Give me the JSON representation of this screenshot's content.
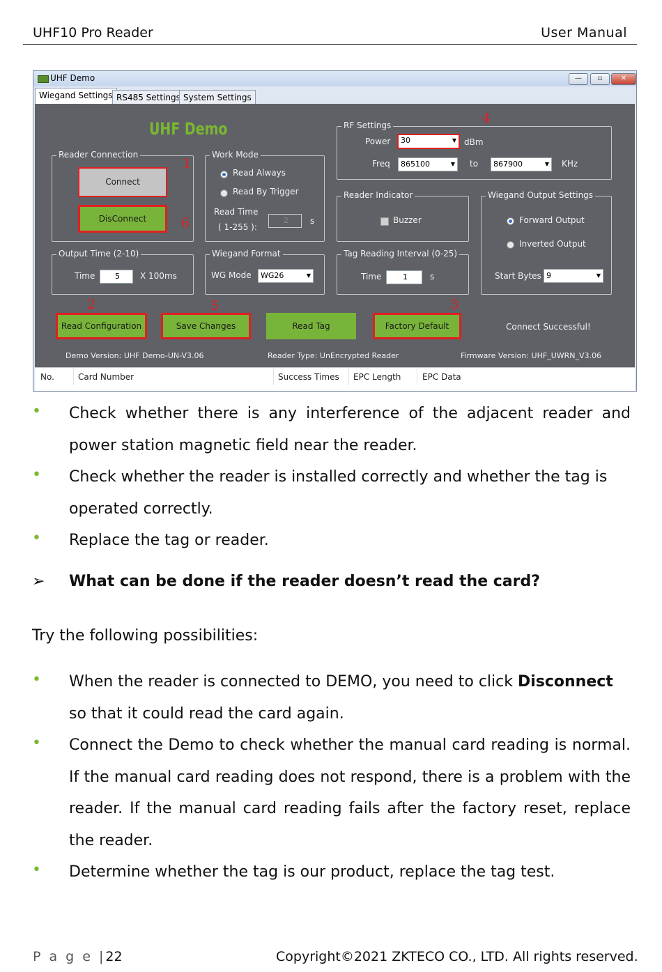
{
  "header": {
    "left": "UHF10 Pro Reader",
    "right": "User  Manual"
  },
  "footer": {
    "page_label": "P a g e  |",
    "page_number": "22",
    "copyright": "Copyright©2021 ZKTECO CO., LTD. All rights reserved."
  },
  "screenshot": {
    "window_title": "UHF Demo",
    "window_buttons": {
      "minimize": "—",
      "maximize": "▫",
      "close": "✕"
    },
    "tabs": [
      "Wiegand Settings",
      "RS485 Settings",
      "System Settings"
    ],
    "brand": "UHF Demo",
    "markers": [
      "1",
      "2",
      "3",
      "4",
      "5",
      "6"
    ],
    "reader_connection": {
      "label": "Reader Connection",
      "connect": "Connect",
      "disconnect": "DisConnect"
    },
    "work_mode": {
      "label": "Work Mode",
      "read_always": "Read Always",
      "read_by_trigger": "Read By Trigger",
      "read_time_label": "Read Time",
      "read_time_range": "( 1-255 ):",
      "read_time_value": "2",
      "read_time_unit": "s"
    },
    "rf_settings": {
      "label": "RF Settings",
      "power_label": "Power",
      "power_value": "30",
      "power_unit": "dBm",
      "freq_label": "Freq",
      "freq_from": "865100",
      "to_label": "to",
      "freq_to": "867900",
      "freq_unit": "KHz"
    },
    "reader_indicator": {
      "label": "Reader Indicator",
      "buzzer": "Buzzer"
    },
    "wiegand_output": {
      "label": "Wiegand Output Settings",
      "forward": "Forward Output",
      "inverted": "Inverted Output",
      "start_bytes_label": "Start Bytes",
      "start_bytes_value": "9"
    },
    "output_time": {
      "label": "Output Time (2-10)",
      "time_label": "Time",
      "time_value": "5",
      "unit": "X 100ms"
    },
    "wiegand_format": {
      "label": "Wiegand Format",
      "wg_mode_label": "WG Mode",
      "wg_mode_value": "WG26"
    },
    "tag_interval": {
      "label": "Tag Reading Interval (0-25)",
      "time_label": "Time",
      "time_value": "1",
      "unit": "s"
    },
    "actions": {
      "read_configuration": "Read Configuration",
      "save_changes": "Save Changes",
      "read_tag": "Read Tag",
      "factory_default": "Factory Default"
    },
    "status": "Connect Successful!",
    "info": {
      "demo_version": "Demo Version:   UHF Demo-UN-V3.06",
      "reader_type": "Reader Type:   UnEncrypted Reader",
      "firmware_version": "Firmware Version:   UHF_UWRN_V3.06"
    },
    "grid_columns": [
      "No.",
      "Card Number",
      "Success Times",
      "EPC Length",
      "EPC Data"
    ]
  },
  "bullets_top": [
    "Check whether there is any interference of the adjacent reader and power station magnetic field near the reader.",
    "Check whether the reader is installed correctly and whether the tag  is operated correctly.",
    "Replace the tag or reader."
  ],
  "question_marker": "➢",
  "question": "What can be done if the reader doesn’t read the card?",
  "intro": "Try the following  possibilities:",
  "bullet_char": "•",
  "bullets_bottom": {
    "b1_pre": "When the reader is connected to DEMO, you need to click ",
    "b1_bold": "Disconnect",
    "b1_post": " so that it could read the card again.",
    "b2": "Connect the Demo to check whether the manual card reading is normal. If the manual card reading does not respond, there is a problem with the reader. If the manual card reading fails after the factory reset, replace the reader.",
    "b3": "Determine whether the tag is our product, replace the tag test."
  }
}
